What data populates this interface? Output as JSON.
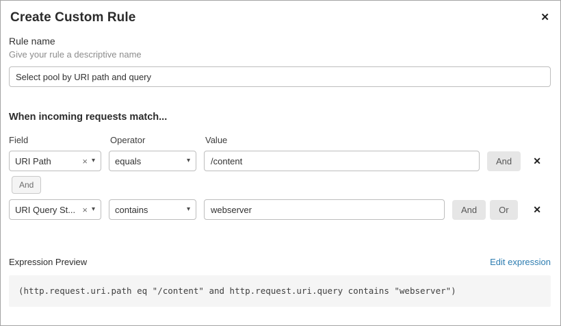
{
  "dialog": {
    "title": "Create Custom Rule"
  },
  "icons": {
    "close": "✕",
    "remove_row": "✕",
    "clear": "×",
    "chevron_down": "▾"
  },
  "rule_name": {
    "label": "Rule name",
    "hint": "Give your rule a descriptive name",
    "value": "Select pool by URI path and query"
  },
  "match_section": {
    "heading": "When incoming requests match...",
    "columns": {
      "field": "Field",
      "operator": "Operator",
      "value": "Value"
    },
    "rows": [
      {
        "field": "URI Path",
        "operator": "equals",
        "value": "/content",
        "connectors": [
          "And"
        ]
      },
      {
        "field": "URI Query St...",
        "operator": "contains",
        "value": "webserver",
        "connectors": [
          "And",
          "Or"
        ]
      }
    ],
    "row_connector": "And"
  },
  "expression": {
    "label": "Expression Preview",
    "edit_link": "Edit expression",
    "preview": "(http.request.uri.path eq \"/content\" and http.request.uri.query contains \"webserver\")"
  },
  "colors": {
    "link": "#2c7cb0",
    "connector_button_bg": "#e6e6e6",
    "code_bg": "#f5f5f5",
    "border": "#bdbdbd"
  }
}
